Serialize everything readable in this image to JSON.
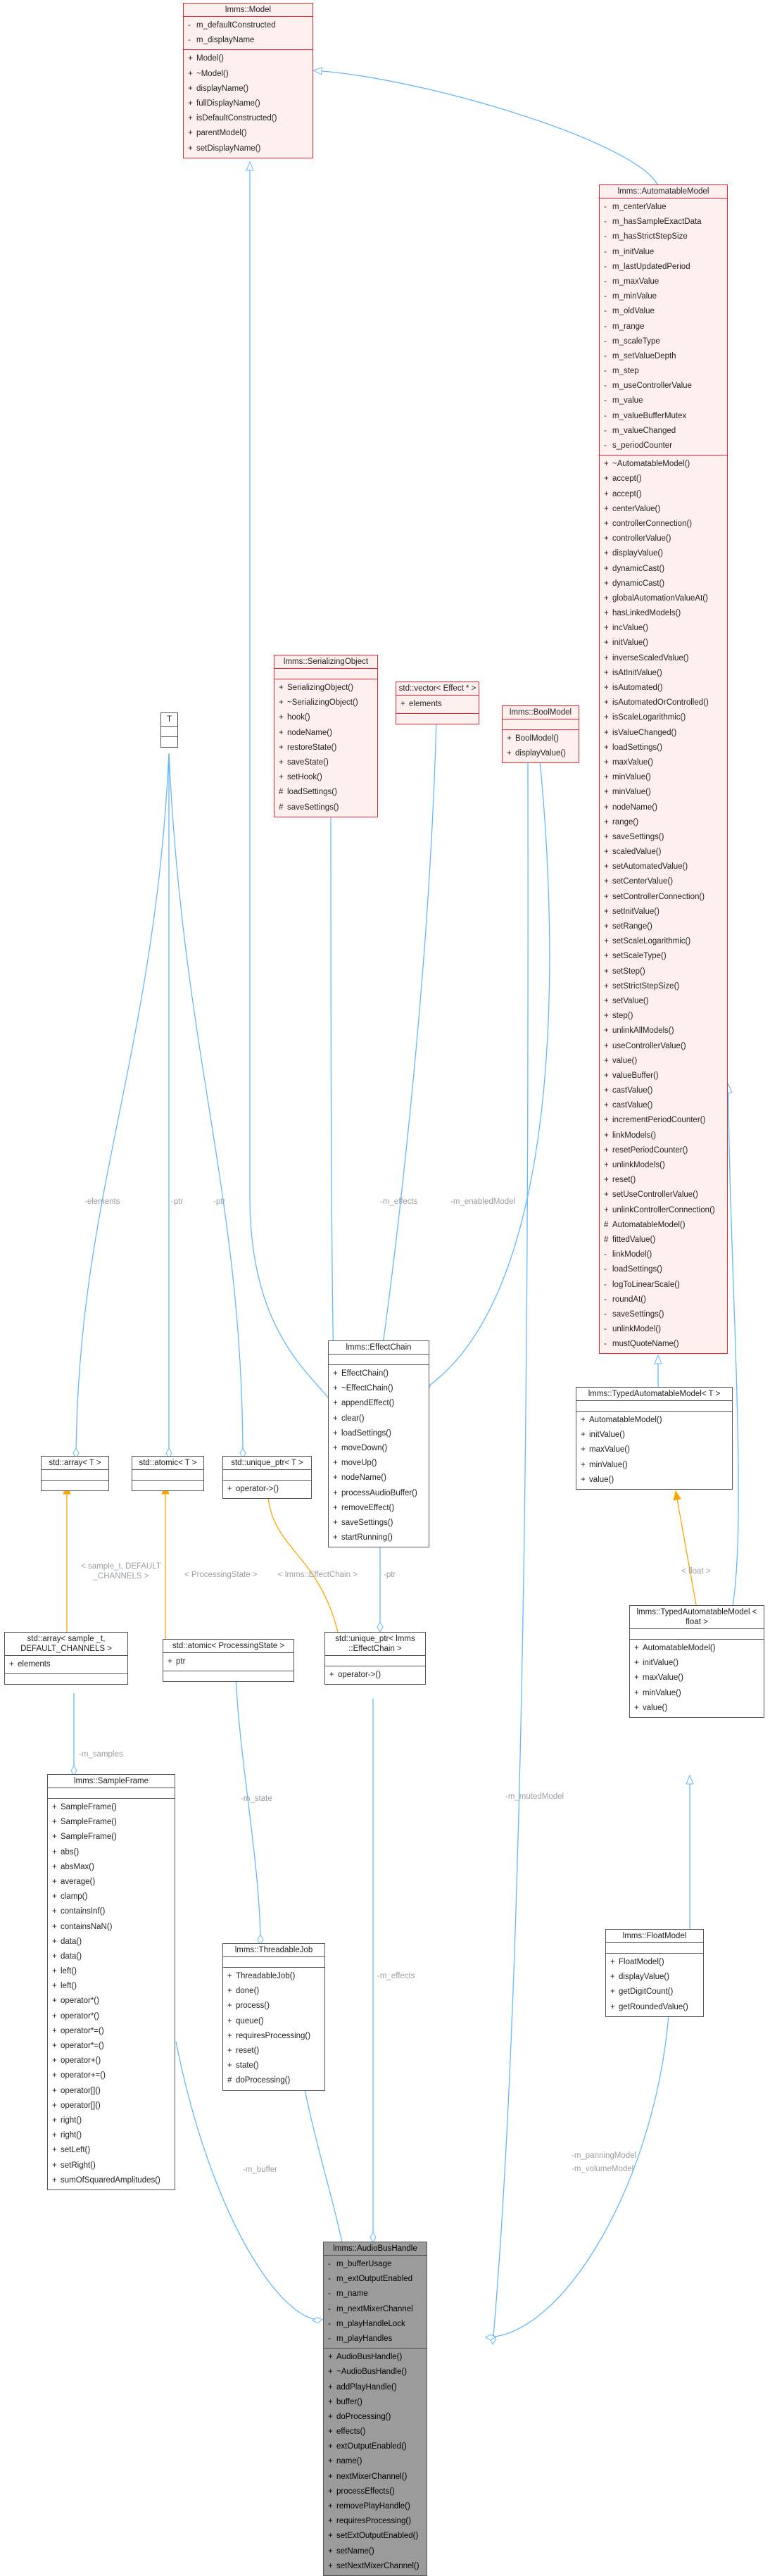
{
  "classes": {
    "model": {
      "title": "lmms::Model",
      "attributes": [
        [
          "-",
          "m_defaultConstructed"
        ],
        [
          "-",
          "m_displayName"
        ]
      ],
      "operations": [
        [
          "+",
          "Model()"
        ],
        [
          "+",
          "~Model()"
        ],
        [
          "+",
          "displayName()"
        ],
        [
          "+",
          "fullDisplayName()"
        ],
        [
          "+",
          "isDefaultConstructed()"
        ],
        [
          "+",
          "parentModel()"
        ],
        [
          "+",
          "setDisplayName()"
        ]
      ]
    },
    "automatable_model": {
      "title": "lmms::AutomatableModel",
      "attributes": [
        [
          "-",
          "m_centerValue"
        ],
        [
          "-",
          "m_hasSampleExactData"
        ],
        [
          "-",
          "m_hasStrictStepSize"
        ],
        [
          "-",
          "m_initValue"
        ],
        [
          "-",
          "m_lastUpdatedPeriod"
        ],
        [
          "-",
          "m_maxValue"
        ],
        [
          "-",
          "m_minValue"
        ],
        [
          "-",
          "m_oldValue"
        ],
        [
          "-",
          "m_range"
        ],
        [
          "-",
          "m_scaleType"
        ],
        [
          "-",
          "m_setValueDepth"
        ],
        [
          "-",
          "m_step"
        ],
        [
          "-",
          "m_useControllerValue"
        ],
        [
          "-",
          "m_value"
        ],
        [
          "-",
          "m_valueBufferMutex"
        ],
        [
          "-",
          "m_valueChanged"
        ],
        [
          "-",
          "s_periodCounter"
        ]
      ],
      "operations": [
        [
          "+",
          "~AutomatableModel()"
        ],
        [
          "+",
          "accept()"
        ],
        [
          "+",
          "accept()"
        ],
        [
          "+",
          "centerValue()"
        ],
        [
          "+",
          "controllerConnection()"
        ],
        [
          "+",
          "controllerValue()"
        ],
        [
          "+",
          "displayValue()"
        ],
        [
          "+",
          "dynamicCast()"
        ],
        [
          "+",
          "dynamicCast()"
        ],
        [
          "+",
          "globalAutomationValueAt()"
        ],
        [
          "+",
          "hasLinkedModels()"
        ],
        [
          "+",
          "incValue()"
        ],
        [
          "+",
          "initValue()"
        ],
        [
          "+",
          "inverseScaledValue()"
        ],
        [
          "+",
          "isAtInitValue()"
        ],
        [
          "+",
          "isAutomated()"
        ],
        [
          "+",
          "isAutomatedOrControlled()"
        ],
        [
          "+",
          "isScaleLogarithmic()"
        ],
        [
          "+",
          "isValueChanged()"
        ],
        [
          "+",
          "loadSettings()"
        ],
        [
          "+",
          "maxValue()"
        ],
        [
          "+",
          "minValue()"
        ],
        [
          "+",
          "minValue()"
        ],
        [
          "+",
          "nodeName()"
        ],
        [
          "+",
          "range()"
        ],
        [
          "+",
          "saveSettings()"
        ],
        [
          "+",
          "scaledValue()"
        ],
        [
          "+",
          "setAutomatedValue()"
        ],
        [
          "+",
          "setCenterValue()"
        ],
        [
          "+",
          "setControllerConnection()"
        ],
        [
          "+",
          "setInitValue()"
        ],
        [
          "+",
          "setRange()"
        ],
        [
          "+",
          "setScaleLogarithmic()"
        ],
        [
          "+",
          "setScaleType()"
        ],
        [
          "+",
          "setStep()"
        ],
        [
          "+",
          "setStrictStepSize()"
        ],
        [
          "+",
          "setValue()"
        ],
        [
          "+",
          "step()"
        ],
        [
          "+",
          "unlinkAllModels()"
        ],
        [
          "+",
          "useControllerValue()"
        ],
        [
          "+",
          "value()"
        ],
        [
          "+",
          "valueBuffer()"
        ],
        [
          "+",
          "castValue()"
        ],
        [
          "+",
          "castValue()"
        ],
        [
          "+",
          "incrementPeriodCounter()"
        ],
        [
          "+",
          "linkModels()"
        ],
        [
          "+",
          "resetPeriodCounter()"
        ],
        [
          "+",
          "unlinkModels()"
        ],
        [
          "+",
          "reset()"
        ],
        [
          "+",
          "setUseControllerValue()"
        ],
        [
          "+",
          "unlinkControllerConnection()"
        ],
        [
          "#",
          "AutomatableModel()"
        ],
        [
          "#",
          "fittedValue()"
        ],
        [
          "-",
          "linkModel()"
        ],
        [
          "-",
          "loadSettings()"
        ],
        [
          "-",
          "logToLinearScale()"
        ],
        [
          "-",
          "roundAt()"
        ],
        [
          "-",
          "saveSettings()"
        ],
        [
          "-",
          "unlinkModel()"
        ],
        [
          "-",
          "mustQuoteName()"
        ]
      ]
    },
    "serializing_object": {
      "title": "lmms::SerializingObject",
      "attributes": [],
      "operations": [
        [
          "+",
          "SerializingObject()"
        ],
        [
          "+",
          "~SerializingObject()"
        ],
        [
          "+",
          "hook()"
        ],
        [
          "+",
          "nodeName()"
        ],
        [
          "+",
          "restoreState()"
        ],
        [
          "+",
          "saveState()"
        ],
        [
          "+",
          "setHook()"
        ],
        [
          "#",
          "loadSettings()"
        ],
        [
          "#",
          "saveSettings()"
        ]
      ]
    },
    "vector_effect": {
      "title": "std::vector< Effect * >",
      "attributes": [
        [
          "+",
          "elements"
        ]
      ],
      "operations": []
    },
    "bool_model": {
      "title": "lmms::BoolModel",
      "attributes": [],
      "operations": [
        [
          "+",
          "BoolModel()"
        ],
        [
          "+",
          "displayValue()"
        ]
      ]
    },
    "t_param": {
      "title": "T",
      "attributes": [],
      "operations": []
    },
    "effect_chain": {
      "title": "lmms::EffectChain",
      "attributes": [],
      "operations": [
        [
          "+",
          "EffectChain()"
        ],
        [
          "+",
          "~EffectChain()"
        ],
        [
          "+",
          "appendEffect()"
        ],
        [
          "+",
          "clear()"
        ],
        [
          "+",
          "loadSettings()"
        ],
        [
          "+",
          "moveDown()"
        ],
        [
          "+",
          "moveUp()"
        ],
        [
          "+",
          "nodeName()"
        ],
        [
          "+",
          "processAudioBuffer()"
        ],
        [
          "+",
          "removeEffect()"
        ],
        [
          "+",
          "saveSettings()"
        ],
        [
          "+",
          "startRunning()"
        ]
      ]
    },
    "typed_automatable_model_t": {
      "title": "lmms::TypedAutomatableModel< T >",
      "attributes": [],
      "operations": [
        [
          "+",
          "AutomatableModel()"
        ],
        [
          "+",
          "initValue()"
        ],
        [
          "+",
          "maxValue()"
        ],
        [
          "+",
          "minValue()"
        ],
        [
          "+",
          "value()"
        ]
      ]
    },
    "std_array_t": {
      "title": "std::array< T >",
      "attributes": [],
      "operations": []
    },
    "std_atomic_t": {
      "title": "std::atomic< T >",
      "attributes": [],
      "operations": []
    },
    "std_unique_ptr_t": {
      "title": "std::unique_ptr< T >",
      "attributes": [],
      "operations": [
        [
          "+",
          "operator->()"
        ]
      ]
    },
    "std_array_sample": {
      "title": "std::array< sample _t, DEFAULT_CHANNELS >",
      "attributes": [
        [
          "+",
          "elements"
        ]
      ],
      "operations": []
    },
    "std_atomic_state": {
      "title": "std::atomic< ProcessingState >",
      "attributes": [
        [
          "+",
          "ptr"
        ]
      ],
      "operations": []
    },
    "std_unique_ptr_effectchain": {
      "title": "std::unique_ptr< lmms ::EffectChain >",
      "attributes": [],
      "operations": [
        [
          "+",
          "operator->()"
        ]
      ]
    },
    "typed_automatable_model_float": {
      "title": "lmms::TypedAutomatableModel < float >",
      "attributes": [],
      "operations": [
        [
          "+",
          "AutomatableModel()"
        ],
        [
          "+",
          "initValue()"
        ],
        [
          "+",
          "maxValue()"
        ],
        [
          "+",
          "minValue()"
        ],
        [
          "+",
          "value()"
        ]
      ]
    },
    "sample_frame": {
      "title": "lmms::SampleFrame",
      "attributes": [],
      "operations": [
        [
          "+",
          "SampleFrame()"
        ],
        [
          "+",
          "SampleFrame()"
        ],
        [
          "+",
          "SampleFrame()"
        ],
        [
          "+",
          "abs()"
        ],
        [
          "+",
          "absMax()"
        ],
        [
          "+",
          "average()"
        ],
        [
          "+",
          "clamp()"
        ],
        [
          "+",
          "containsInf()"
        ],
        [
          "+",
          "containsNaN()"
        ],
        [
          "+",
          "data()"
        ],
        [
          "+",
          "data()"
        ],
        [
          "+",
          "left()"
        ],
        [
          "+",
          "left()"
        ],
        [
          "+",
          "operator*()"
        ],
        [
          "+",
          "operator*()"
        ],
        [
          "+",
          "operator*=()"
        ],
        [
          "+",
          "operator*=()"
        ],
        [
          "+",
          "operator+()"
        ],
        [
          "+",
          "operator+=()"
        ],
        [
          "+",
          "operator[]()"
        ],
        [
          "+",
          "operator[]()"
        ],
        [
          "+",
          "right()"
        ],
        [
          "+",
          "right()"
        ],
        [
          "+",
          "setLeft()"
        ],
        [
          "+",
          "setRight()"
        ],
        [
          "+",
          "sumOfSquaredAmplitudes()"
        ]
      ]
    },
    "threadable_job": {
      "title": "lmms::ThreadableJob",
      "attributes": [],
      "operations": [
        [
          "+",
          "ThreadableJob()"
        ],
        [
          "+",
          "done()"
        ],
        [
          "+",
          "process()"
        ],
        [
          "+",
          "queue()"
        ],
        [
          "+",
          "requiresProcessing()"
        ],
        [
          "+",
          "reset()"
        ],
        [
          "+",
          "state()"
        ],
        [
          "#",
          "doProcessing()"
        ]
      ]
    },
    "float_model": {
      "title": "lmms::FloatModel",
      "attributes": [],
      "operations": [
        [
          "+",
          "FloatModel()"
        ],
        [
          "+",
          "displayValue()"
        ],
        [
          "+",
          "getDigitCount()"
        ],
        [
          "+",
          "getRoundedValue()"
        ]
      ]
    },
    "audio_bus_handle": {
      "title": "lmms::AudioBusHandle",
      "attributes": [
        [
          "-",
          "m_bufferUsage"
        ],
        [
          "-",
          "m_extOutputEnabled"
        ],
        [
          "-",
          "m_name"
        ],
        [
          "-",
          "m_nextMixerChannel"
        ],
        [
          "-",
          "m_playHandleLock"
        ],
        [
          "-",
          "m_playHandles"
        ]
      ],
      "operations": [
        [
          "+",
          "AudioBusHandle()"
        ],
        [
          "+",
          "~AudioBusHandle()"
        ],
        [
          "+",
          "addPlayHandle()"
        ],
        [
          "+",
          "buffer()"
        ],
        [
          "+",
          "doProcessing()"
        ],
        [
          "+",
          "effects()"
        ],
        [
          "+",
          "extOutputEnabled()"
        ],
        [
          "+",
          "name()"
        ],
        [
          "+",
          "nextMixerChannel()"
        ],
        [
          "+",
          "processEffects()"
        ],
        [
          "+",
          "removePlayHandle()"
        ],
        [
          "+",
          "requiresProcessing()"
        ],
        [
          "+",
          "setExtOutputEnabled()"
        ],
        [
          "+",
          "setName()"
        ],
        [
          "+",
          "setNextMixerChannel()"
        ]
      ]
    }
  },
  "edge_labels": {
    "elements": "-elements",
    "ptr1": "-ptr",
    "ptr2": "-ptr",
    "m_effects1": "-m_effects",
    "m_enabled_model": "-m_enabledModel",
    "sample_channels": "< sample_t, DEFAULT _CHANNELS >",
    "processing_state": "< ProcessingState >",
    "effect_chain": "< lmms::EffectChain >",
    "ptr3": "-ptr",
    "float": "< float >",
    "m_samples": "-m_samples",
    "m_state": "-m_state",
    "m_muted_model": "-m_mutedModel",
    "m_effects2": "-m_effects",
    "m_buffer": "-m_buffer",
    "m_panning_model": "-m_panningModel",
    "m_volume_model": "-m_volumeModel"
  },
  "colors": {
    "inheritance": "#63b8ff",
    "template": "#ffa500",
    "class_border": "#e8262f",
    "focus_fill": "#9b9b9b"
  }
}
